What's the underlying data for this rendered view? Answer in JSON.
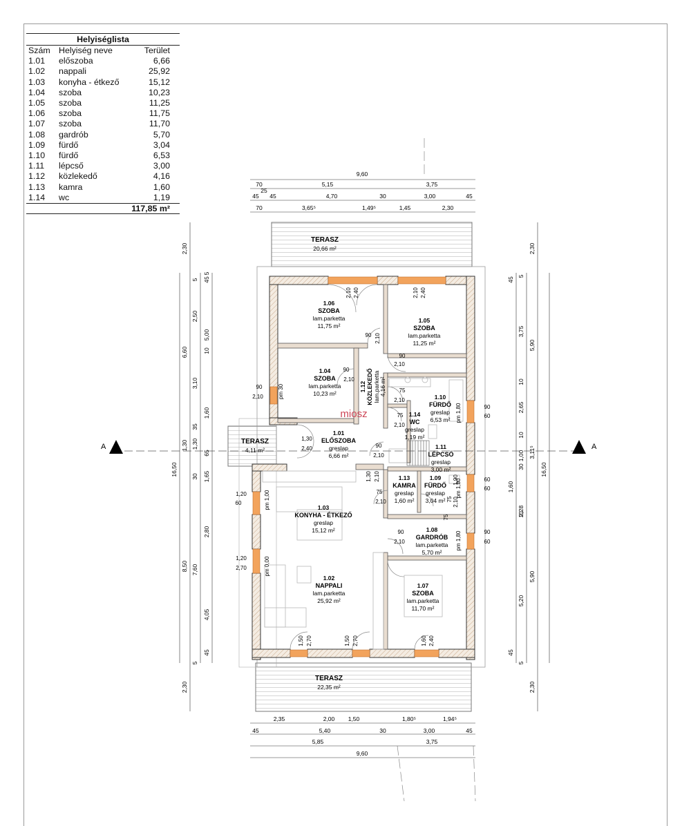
{
  "room_list": {
    "title": "Helyiséglista",
    "headers": [
      "Szám",
      "Helyiség neve",
      "Terület"
    ],
    "rows": [
      [
        "1.01",
        "előszoba",
        "6,66"
      ],
      [
        "1.02",
        "nappali",
        "25,92"
      ],
      [
        "1.03",
        "konyha - étkező",
        "15,12"
      ],
      [
        "1.04",
        "szoba",
        "10,23"
      ],
      [
        "1.05",
        "szoba",
        "11,25"
      ],
      [
        "1.06",
        "szoba",
        "11,75"
      ],
      [
        "1.07",
        "szoba",
        "11,70"
      ],
      [
        "1.08",
        "gardrób",
        "5,70"
      ],
      [
        "1.09",
        "fürdő",
        "3,04"
      ],
      [
        "1.10",
        "fürdő",
        "6,53"
      ],
      [
        "1.11",
        "lépcső",
        "3,00"
      ],
      [
        "1.12",
        "közlekedő",
        "4,16"
      ],
      [
        "1.13",
        "kamra",
        "1,60"
      ],
      [
        "1.14",
        "wc",
        "1,19"
      ]
    ],
    "total": "117,85 m²"
  },
  "rooms": [
    {
      "id": "1.06",
      "name": "SZOBA",
      "floor": "lam.parketta",
      "area": "11,75 m²"
    },
    {
      "id": "1.05",
      "name": "SZOBA",
      "floor": "lam.parketta",
      "area": "11,25 m²"
    },
    {
      "id": "1.04",
      "name": "SZOBA",
      "floor": "lam.parketta",
      "area": "10,23 m²"
    },
    {
      "id": "1.12",
      "name": "KÖZLEKEDŐ",
      "floor": "lam.parketta",
      "area": "4,16 m²"
    },
    {
      "id": "1.10",
      "name": "FÜRDŐ",
      "floor": "greslap",
      "area": "6,53 m²"
    },
    {
      "id": "1.14",
      "name": "WC",
      "floor": "greslap",
      "area": "1,19 m²"
    },
    {
      "id": "1.01",
      "name": "ELŐSZOBA",
      "floor": "greslap",
      "area": "6,66 m²"
    },
    {
      "id": "1.11",
      "name": "LÉPCSŐ",
      "floor": "greslap",
      "area": "3,00 m²"
    },
    {
      "id": "1.13",
      "name": "KAMRA",
      "floor": "greslap",
      "area": "1,60 m²"
    },
    {
      "id": "1.09",
      "name": "FÜRDŐ",
      "floor": "greslap",
      "area": "3,04 m²"
    },
    {
      "id": "1.03",
      "name": "KONYHA - ÉTKEZŐ",
      "floor": "greslap",
      "area": "15,12 m²"
    },
    {
      "id": "1.08",
      "name": "GARDRÓB",
      "floor": "lam.parketta",
      "area": "5,70 m²"
    },
    {
      "id": "1.02",
      "name": "NAPPALI",
      "floor": "lam.parketta",
      "area": "25,92 m²"
    },
    {
      "id": "1.07",
      "name": "SZOBA",
      "floor": "lam.parketta",
      "area": "11,70 m²"
    }
  ],
  "terraces": [
    {
      "name": "TERASZ",
      "area": "20,66 m²"
    },
    {
      "name": "TERASZ",
      "area": "4,11 m²"
    },
    {
      "name": "TERASZ",
      "area": "22,35 m²"
    }
  ],
  "section_label": "A",
  "watermark": "miosz",
  "dims_top": {
    "row1": [
      "9,60"
    ],
    "row2": [
      "70",
      "5,15",
      "3,75"
    ],
    "row2b": [
      "25"
    ],
    "row3": [
      "45",
      "45",
      "4,70",
      "30",
      "3,00",
      "45"
    ],
    "row4": [
      "70",
      "3,65⁵",
      "1,49⁵",
      "1,45",
      "2,30"
    ]
  },
  "dims_bottom": {
    "row1": [
      "2,35",
      "2,00",
      "1,50",
      "1,80⁵",
      "1,94⁵"
    ],
    "row2": [
      "45",
      "5,40",
      "30",
      "3,00",
      "45"
    ],
    "row3": [
      "5,85",
      "3,75"
    ],
    "row4": [
      "9,60"
    ]
  },
  "dims_left": {
    "outer": [
      "16,50"
    ],
    "col1": [
      "2,30",
      "6,60",
      "1,30",
      "8,50",
      "2,30"
    ],
    "col2": [
      "5",
      "2,50",
      "3,10",
      "35",
      "1,30",
      "30",
      "7,60",
      "5"
    ],
    "col3": [
      "45",
      "5,00",
      "10",
      "1,60",
      "65",
      "1,65",
      "2,80",
      "4,05",
      "45"
    ],
    "col3b": [
      "5"
    ]
  },
  "dims_right": {
    "outer": [
      "16,50"
    ],
    "col1": [
      "2,30",
      "5,90",
      "3,11⁵",
      "5,90",
      "2,30"
    ],
    "col2": [
      "5",
      "3,75",
      "10",
      "2,65",
      "10",
      "1,00",
      "30",
      "2,28",
      "10",
      "5,20",
      "5"
    ],
    "col3": [
      "45",
      "1,60",
      "45"
    ]
  },
  "openings": [
    "2,10",
    "2,40",
    "2,10",
    "2,40",
    "90",
    "2,10",
    "90",
    "2,10",
    "90",
    "2,10",
    "75",
    "2,10",
    "75",
    "2,10",
    "90",
    "2,10",
    "1,30",
    "2,40",
    "1,30",
    "2,10",
    "75",
    "2,10",
    "90",
    "2,10",
    "1,50",
    "2,70",
    "1,50",
    "2,70",
    "1,60",
    "2,40",
    "90",
    "2,10",
    "1,20",
    "60",
    "1,20",
    "2,70",
    "90",
    "60",
    "60",
    "60",
    "90",
    "60",
    "pm 30",
    "pm 1,00",
    "pm 0,00",
    "pm 1,80",
    "pm 1,80",
    "pm 1,80",
    "75",
    "2,10",
    "75",
    "1,90"
  ]
}
